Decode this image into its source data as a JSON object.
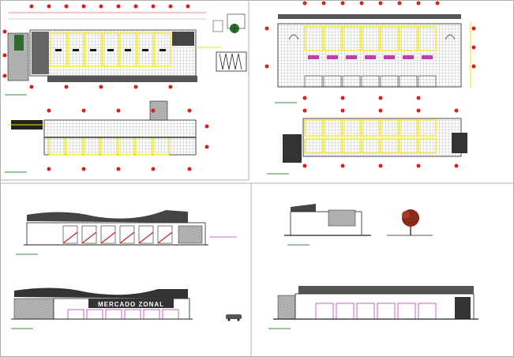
{
  "drawing": {
    "colors": {
      "sheet_border": "#b0b0b0",
      "line": "#222222",
      "grid_gray": "#8a8a8a",
      "hatch_gray": "#9a9a9a",
      "dim_red": "#d42020",
      "accent_yellow": "#f2e600",
      "stall_magenta": "#c23bb0",
      "label_green": "#3a8a3a",
      "tree_red": "#8a2a1a",
      "cyan": "#18b8c8",
      "blue": "#2040c0"
    },
    "sheets": [
      {
        "name": "first-floor-plan"
      },
      {
        "name": "second-floor-plan"
      },
      {
        "name": "elevations"
      },
      {
        "name": "sections"
      }
    ],
    "elevation_sign": "MERCADO ZONAL",
    "icons": [
      "north-arrow-icon",
      "tree-icon",
      "vehicle-icon"
    ]
  }
}
